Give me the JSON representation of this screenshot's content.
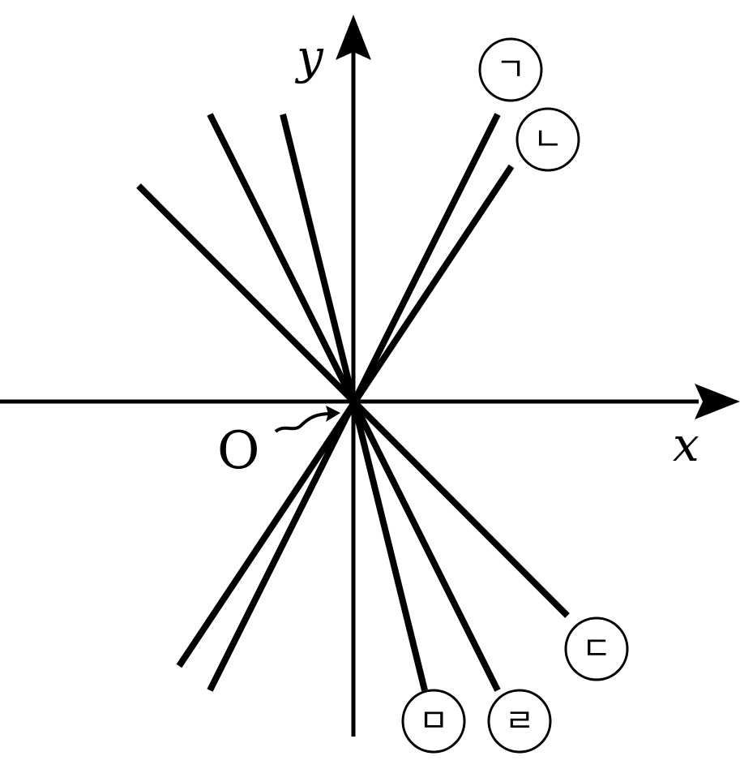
{
  "axes": {
    "x_label": "x",
    "y_label": "y",
    "origin_label": "O"
  },
  "lines": [
    {
      "label": "ㄱ"
    },
    {
      "label": "ㄴ"
    },
    {
      "label": "ㄷ"
    },
    {
      "label": "ㄹ"
    },
    {
      "label": "ㅁ"
    }
  ]
}
